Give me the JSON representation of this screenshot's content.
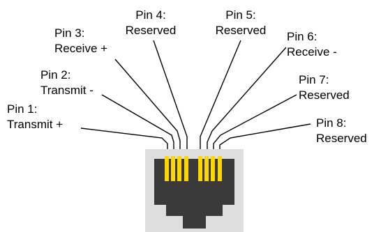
{
  "pins": [
    {
      "id": 1,
      "name": "Pin 1:",
      "function": "Transmit +"
    },
    {
      "id": 2,
      "name": "Pin 2:",
      "function": "Transmit -"
    },
    {
      "id": 3,
      "name": "Pin 3:",
      "function": "Receive +"
    },
    {
      "id": 4,
      "name": "Pin 4:",
      "function": "Reserved"
    },
    {
      "id": 5,
      "name": "Pin 5:",
      "function": "Reserved"
    },
    {
      "id": 6,
      "name": "Pin 6:",
      "function": "Receive -"
    },
    {
      "id": 7,
      "name": "Pin 7:",
      "function": "Reserved"
    },
    {
      "id": 8,
      "name": "Pin 8:",
      "function": "Reserved"
    }
  ],
  "colors": {
    "housing": "#dedede",
    "socket": "#3a3a3a",
    "contact": "#ffd700",
    "leader": "#000000"
  }
}
